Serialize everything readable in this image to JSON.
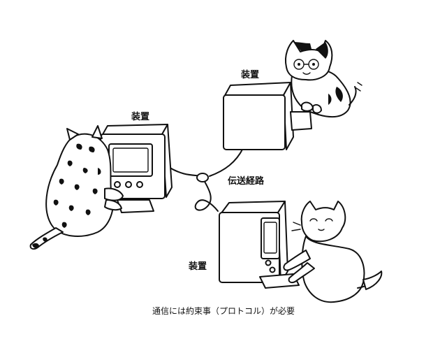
{
  "labels": {
    "device_top_right": "装置",
    "device_left": "装置",
    "device_bottom": "装置",
    "path": "伝送経路"
  },
  "caption": "通信には約束事（プロトコル）が必要"
}
